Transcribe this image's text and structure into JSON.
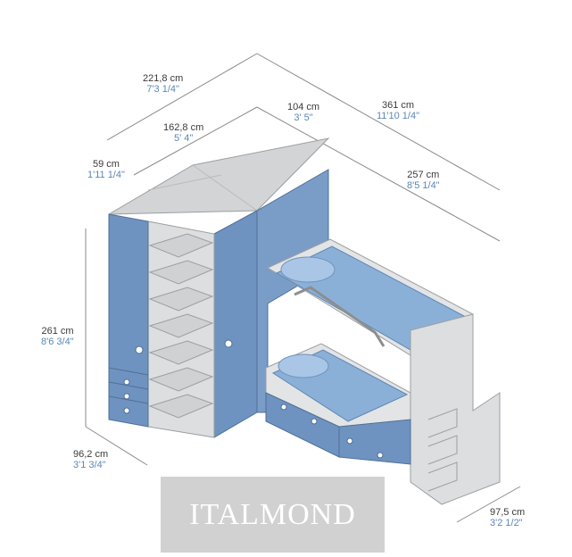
{
  "dimensions": {
    "total_width": {
      "cm": "221,8 cm",
      "imperial": "7'3 1/4\""
    },
    "wardrobe_width": {
      "cm": "162,8 cm",
      "imperial": "5' 4\""
    },
    "shelf_depth": {
      "cm": "59 cm",
      "imperial": "1'11 1/4\""
    },
    "bed_module_depth": {
      "cm": "104 cm",
      "imperial": "3' 5\""
    },
    "total_length": {
      "cm": "361 cm",
      "imperial": "11'10 1/4\""
    },
    "bed_length": {
      "cm": "257 cm",
      "imperial": "8'5 1/4\""
    },
    "height": {
      "cm": "261 cm",
      "imperial": "8'6 3/4\""
    },
    "left_depth": {
      "cm": "96,2 cm",
      "imperial": "3'1 3/4\""
    },
    "stair_depth": {
      "cm": "97,5 cm",
      "imperial": "3'2 1/2\""
    }
  },
  "watermark": "ITALMOND",
  "colors": {
    "panel_blue": "#6f93c0",
    "panel_grey": "#cfd2d5",
    "bedding_blue": "#8bb0d8",
    "dimension_blue": "#5b86b5"
  }
}
